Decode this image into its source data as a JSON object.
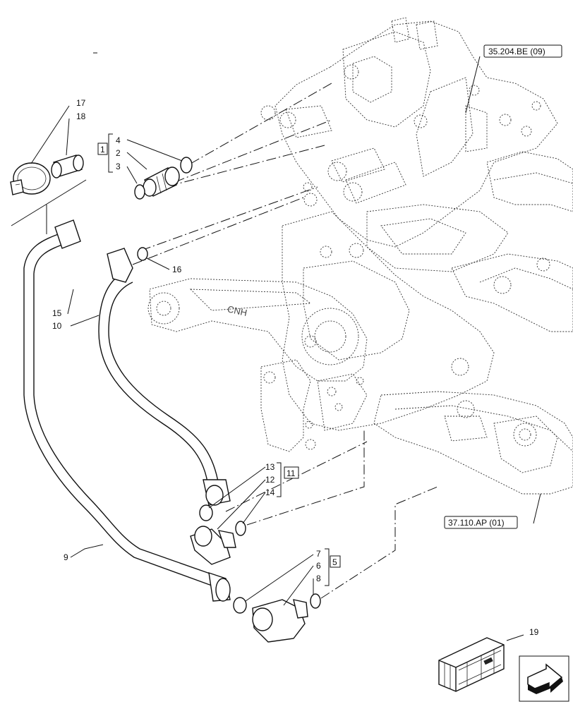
{
  "references": {
    "valve_ref": "35.204.BE (09)",
    "axle_ref": "37.110.AP (01)"
  },
  "kits": {
    "kit_1": "1",
    "kit_11": "11",
    "kit_5": "5"
  },
  "callouts": {
    "c2": "2",
    "c3": "3",
    "c4": "4",
    "c6": "6",
    "c7": "7",
    "c8": "8",
    "c9": "9",
    "c10": "10",
    "c12": "12",
    "c13": "13",
    "c14": "14",
    "c15": "15",
    "c16": "16",
    "c17": "17",
    "c18": "18",
    "c19": "19"
  },
  "embossed_text": "CNH",
  "icons": [
    "clamp",
    "sleeve",
    "package-crate",
    "arrow-next-page"
  ]
}
